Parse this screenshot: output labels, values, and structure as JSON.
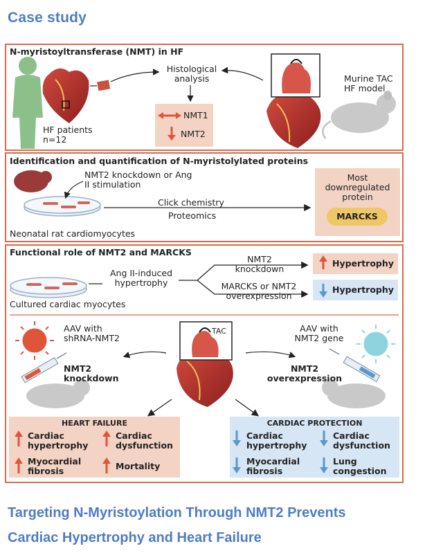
{
  "header": {
    "case_study": "Case study"
  },
  "panel1": {
    "title": "N-myristoyltransferase (NMT) in HF",
    "histology": "Histological analysis",
    "hf_patients": "HF patients",
    "n": "n=12",
    "nmt1": "NMT1",
    "nmt2": "NMT2",
    "murine": "Murine TAC HF model"
  },
  "panel2": {
    "title": "Identification and quantification of N-myristolylated proteins",
    "treatment": "NMT2 knockdown or Ang II stimulation",
    "click": "Click chemistry",
    "proteomics": "Proteomics",
    "cells": "Neonatal rat cardiomyocytes",
    "most": "Most downregulated protein",
    "marcks": "MARCKS"
  },
  "panel3": {
    "title": "Functional role of NMT2 and MARCKS",
    "angii": "Ang II-induced hypertrophy",
    "cultured": "Cultured cardiac myocytes",
    "nmt2_kd": "NMT2 knockdown",
    "overexp": "MARCKS or NMT2 overexpression",
    "hyper_up": "Hypertrophy",
    "hyper_down": "Hypertrophy",
    "aav_left": "AAV with shRNA-NMT2",
    "aav_right": "AAV with NMT2 gene",
    "left_mouse": "NMT2 knockdown",
    "right_mouse": "NMT2 overexpression",
    "tac": "TAC",
    "hf_title": "HEART FAILURE",
    "hf_items": [
      "Cardiac hypertrophy",
      "Cardiac dysfunction",
      "Myocardial fibrosis",
      "Mortality"
    ],
    "cp_title": "CARDIAC PROTECTION",
    "cp_items": [
      "Cardiac hypertrophy",
      "Cardiac dysfunction",
      "Myocardial fibrosis",
      "Lung congestion"
    ]
  },
  "footer": {
    "line1": "Targeting N-Myristoylation Through NMT2 Prevents",
    "line2": "Cardiac Hypertrophy and Heart Failure"
  },
  "colors": {
    "accent_blue": "#4e7cc4",
    "panel_border": "#d96a4b",
    "up_arrow": "#e0543a",
    "down_arrow": "#5b97cf",
    "peach_box": "#f3d3c4",
    "blue_box": "#d6e6f4"
  },
  "icons": [
    "human-silhouette-icon",
    "heart-icon",
    "mouse-icon",
    "petri-dish-icon",
    "neonatal-rat-icon",
    "virus-icon",
    "syringe-icon"
  ]
}
